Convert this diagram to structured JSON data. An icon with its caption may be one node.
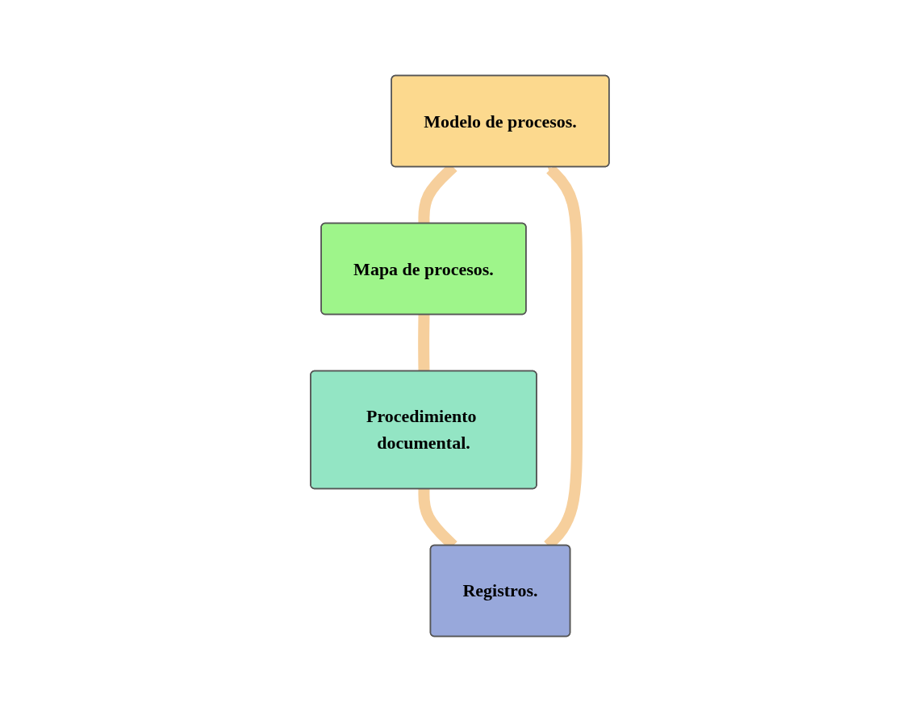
{
  "diagram": {
    "nodes": [
      {
        "text": [
          "Modelo de procesos."
        ]
      },
      {
        "text": [
          "Mapa de procesos."
        ]
      },
      {
        "text": [
          "Procedimiento documental."
        ]
      },
      {
        "text": [
          "Registros."
        ]
      }
    ],
    "edges": [
      {
        "from": 0,
        "to": 1,
        "arrow": "none"
      },
      {
        "from": 1,
        "to": 2,
        "arrow": "none"
      },
      {
        "from": 2,
        "to": 3,
        "arrow": "none"
      },
      {
        "from": 3,
        "to": 0,
        "arrow": "to"
      }
    ]
  }
}
